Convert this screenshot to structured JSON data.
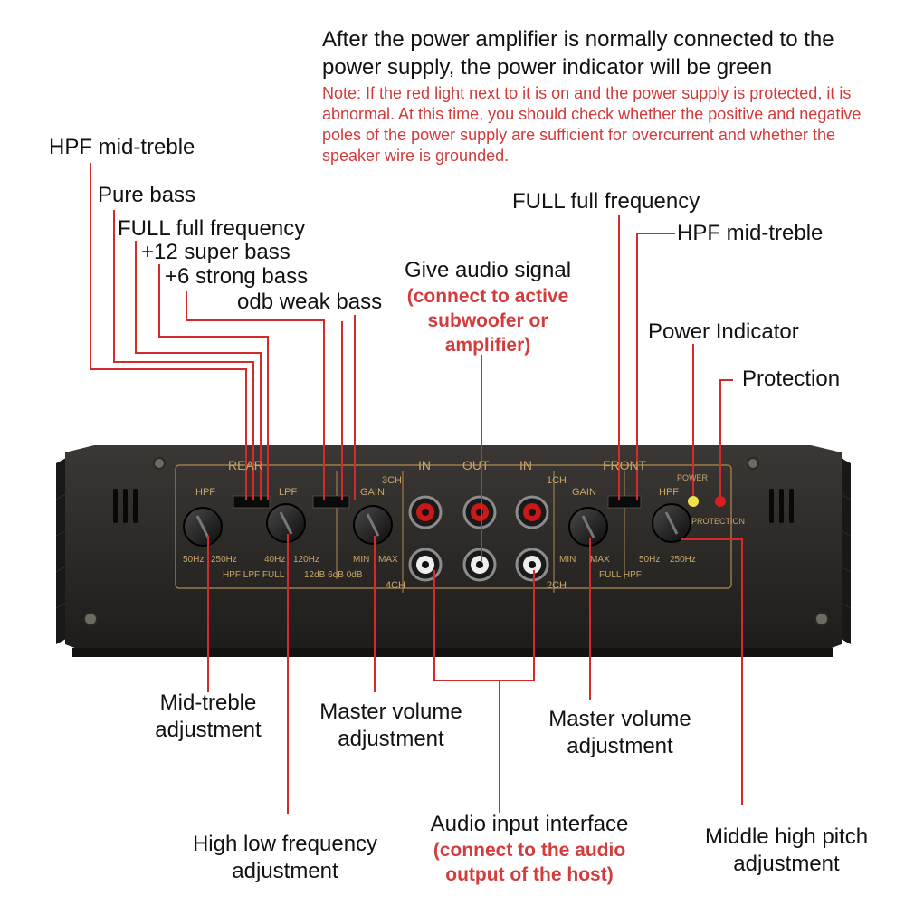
{
  "top": {
    "headline": "After the power amplifier is normally connected to the power supply, the power indicator will be green",
    "note": "Note: If the red light next to it is on and the power supply is protected, it is abnormal. At this time, you should check whether the positive and negative poles of the power supply are sufficient for overcurrent and whether the speaker wire is grounded."
  },
  "left_labels": {
    "hpf_mid_treble": "HPF mid-treble",
    "pure_bass": "Pure bass",
    "full_frequency": "FULL full frequency",
    "super_bass": "+12 super bass",
    "strong_bass": "+6 strong bass",
    "weak_bass": "odb weak bass"
  },
  "signal": {
    "title": "Give audio signal",
    "sub": "(connect to active subwoofer or amplifier)"
  },
  "right_labels": {
    "full_frequency": "FULL full frequency",
    "hpf_mid_treble": "HPF mid-treble",
    "power_indicator": "Power Indicator",
    "protection": "Protection"
  },
  "bottom_labels": {
    "mid_treble_adj": "Mid-treble adjustment",
    "master_vol_left": "Master volume adjustment",
    "master_vol_right": "Master volume adjustment",
    "high_low_freq": "High low frequency adjustment",
    "audio_input": "Audio input interface",
    "audio_input_sub": "(connect to the audio output of the host)",
    "middle_high": "Middle high pitch adjustment"
  },
  "panel": {
    "rear": "REAR",
    "front": "FRONT",
    "in1": "IN",
    "out": "OUT",
    "in2": "IN",
    "ch3": "3CH",
    "ch1": "1CH",
    "ch4": "4CH",
    "ch2": "2CH",
    "hpf_left": "HPF",
    "lpf": "LPF",
    "gain_left": "GAIN",
    "gain_right": "GAIN",
    "hpf_right": "HPF",
    "power": "POWER",
    "protection": "PROTECTION",
    "k1_min": "50Hz",
    "k1_max": "250Hz",
    "k2_min": "40Hz",
    "k2_max": "120Hz",
    "k3_min": "MIN",
    "k3_max": "MAX",
    "k4_min": "MIN",
    "k4_max": "MAX",
    "k5_min": "50Hz",
    "k5_max": "250Hz",
    "sw1": "HPF  LPF  FULL",
    "sw2": "12dB 6dB 0dB",
    "sw3": "FULL   HPF",
    "power_led": "#f2e24a",
    "protect_led": "#d81e1e"
  }
}
